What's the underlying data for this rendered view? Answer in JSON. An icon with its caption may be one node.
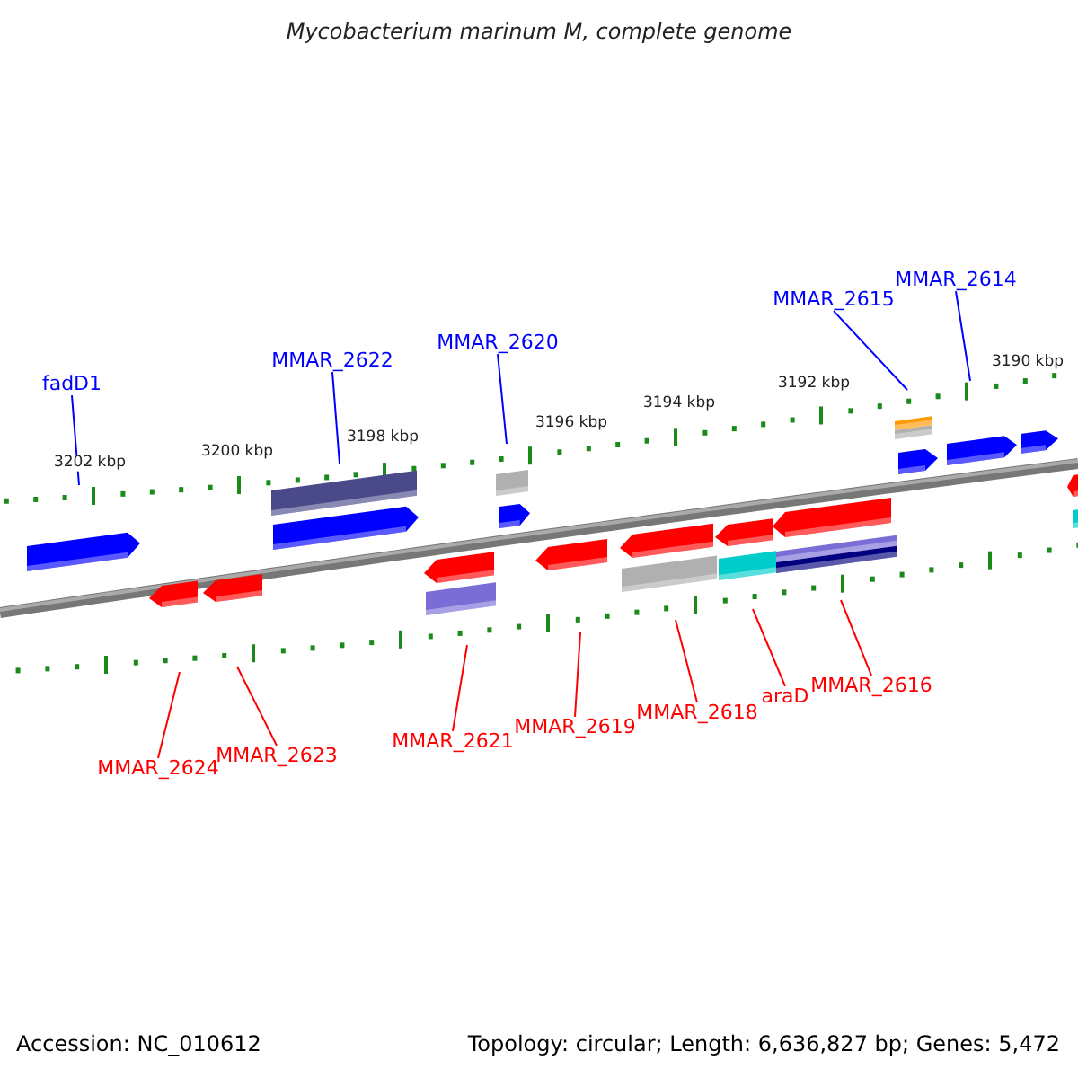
{
  "diagram": {
    "title": "Mycobacterium marinum M, complete genome",
    "nodes": [
      {
        "text": [
          "fadD1"
        ]
      },
      {
        "text": [
          "MMAR_2622"
        ]
      },
      {
        "text": [
          "MMAR_2620"
        ]
      },
      {
        "text": [
          "MMAR_2615"
        ]
      },
      {
        "text": [
          "MMAR_2614"
        ]
      },
      {
        "text": [
          "MMAR_2624"
        ]
      },
      {
        "text": [
          "MMAR_2623"
        ]
      },
      {
        "text": [
          "MMAR_2621"
        ]
      },
      {
        "text": [
          "MMAR_2619"
        ]
      },
      {
        "text": [
          "MMAR_2618"
        ]
      },
      {
        "text": [
          "araD"
        ]
      },
      {
        "text": [
          "MMAR_2616"
        ]
      }
    ],
    "edges": [
      {
        "from": 0,
        "to": null,
        "arrow": "none",
        "color": "#0000ff"
      },
      {
        "from": 1,
        "to": null,
        "arrow": "none",
        "color": "#0000ff"
      },
      {
        "from": 2,
        "to": null,
        "arrow": "none",
        "color": "#0000ff"
      },
      {
        "from": 3,
        "to": null,
        "arrow": "none",
        "color": "#0000ff"
      },
      {
        "from": 4,
        "to": null,
        "arrow": "none",
        "color": "#0000ff"
      },
      {
        "from": 5,
        "to": null,
        "arrow": "none"
      },
      {
        "from": 6,
        "to": null,
        "arrow": "none"
      },
      {
        "from": 7,
        "to": null,
        "arrow": "none"
      },
      {
        "from": 8,
        "to": null,
        "arrow": "none"
      },
      {
        "from": 9,
        "to": null,
        "arrow": "none"
      },
      {
        "from": 10,
        "to": null,
        "arrow": "none"
      },
      {
        "from": 11,
        "to": null,
        "arrow": "none"
      }
    ],
    "labels": [
      "3202 kbp",
      "3200 kbp",
      "3198 kbp",
      "3196 kbp",
      "3194 kbp",
      "3192 kbp",
      "3190 kbp",
      "Accession: NC_010612",
      "Topology: circular; Length: 6,636,827 bp; Genes: 5,472"
    ]
  }
}
